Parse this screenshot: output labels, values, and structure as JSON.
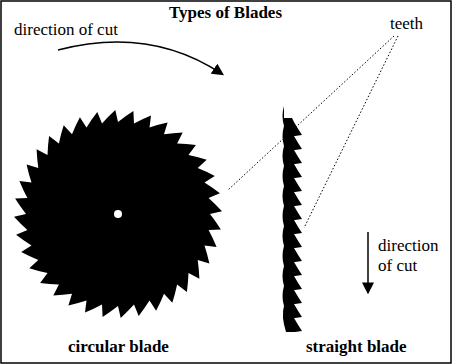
{
  "diagram": {
    "title": "Types of Blades",
    "labels": [
      "direction of cut",
      "teeth",
      "direction of cut",
      "circular blade",
      "straight blade"
    ]
  }
}
